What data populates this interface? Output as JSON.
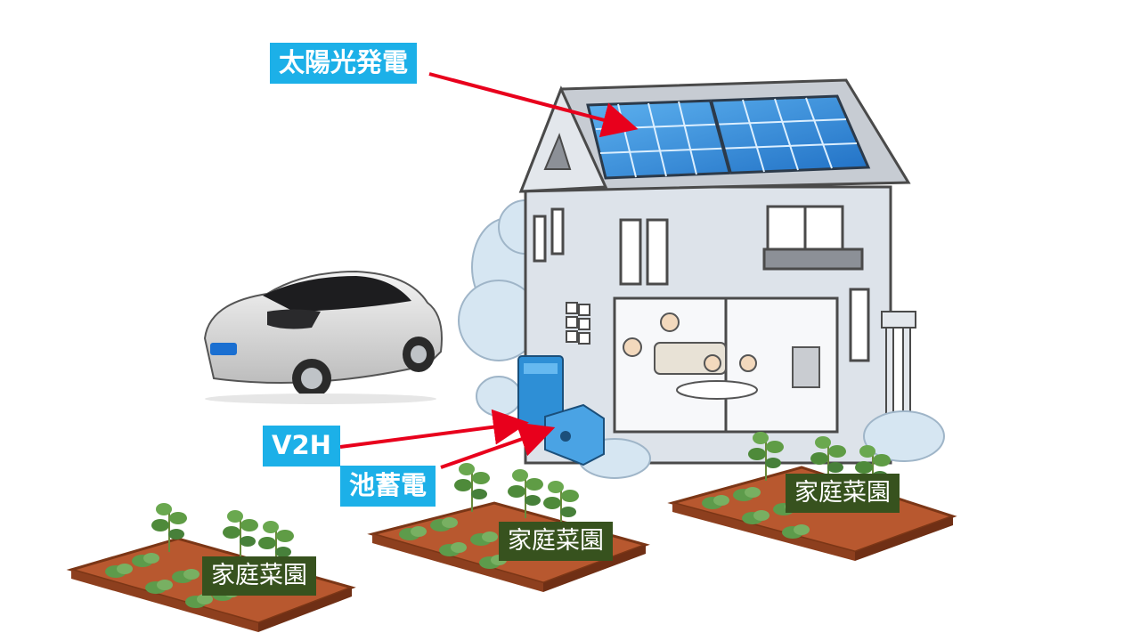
{
  "labels": {
    "solar": "太陽光発電",
    "v2h": "V2H",
    "battery": "池蓄電",
    "garden": "家庭菜園"
  },
  "icons": {
    "house": "house-illustration",
    "car": "electric-car-illustration",
    "solar_panel": "solar-panel-icon",
    "battery_unit": "battery-unit-icon",
    "v2h_unit": "v2h-charger-icon",
    "garden_bed": "vegetable-garden-bed-illustration"
  },
  "colors": {
    "label_blue": "#1cb0e8",
    "label_green": "#37521e",
    "arrow_red": "#e8001c",
    "soil": "#b8582f",
    "panel_blue": "#2e86d6",
    "house_wall": "#dde3ea",
    "cloud_bush": "#d6e6f2"
  }
}
